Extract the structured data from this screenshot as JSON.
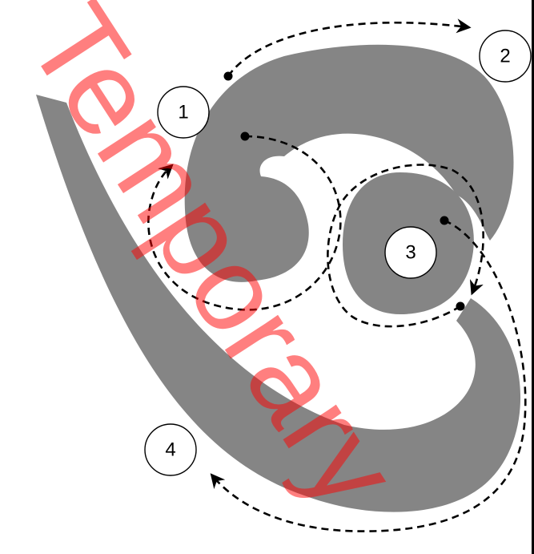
{
  "diagram": {
    "steps": [
      {
        "id": "1",
        "label": "1"
      },
      {
        "id": "2",
        "label": "2"
      },
      {
        "id": "3",
        "label": "3"
      },
      {
        "id": "4",
        "label": "4"
      }
    ],
    "colors": {
      "glyph": "#858585",
      "stroke": "#000000",
      "watermark": "#ff0000"
    }
  },
  "watermark": {
    "text": "Temporary"
  }
}
